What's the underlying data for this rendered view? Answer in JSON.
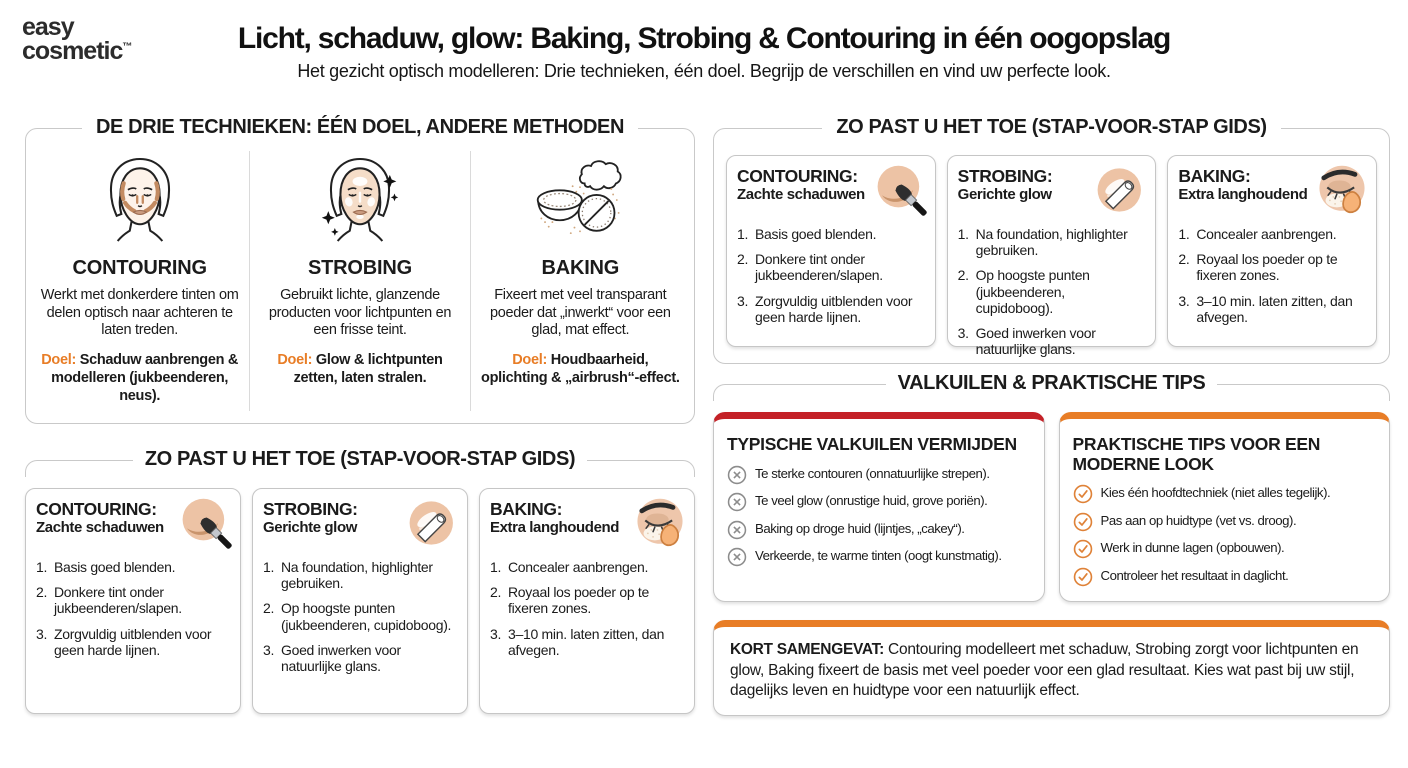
{
  "page": {
    "logo_line1": "easy",
    "logo_line2": "cosmetic",
    "logo_tm": "™",
    "title": "Licht, schaduw, glow: Baking, Strobing & Contouring in één oogopslag",
    "subtitle": "Het gezicht optisch modelleren: Drie technieken, één doel. Begrijp de verschillen en vind uw perfecte look."
  },
  "colors": {
    "accent_orange": "#e87d26",
    "accent_red": "#c42127",
    "border_gray": "#c9c9c9",
    "skin": "#edc3a5",
    "contour_brown": "#c38b61"
  },
  "techniques_panel": {
    "title": "DE DRIE TECHNIEKEN: ÉÉN DOEL, ANDERE METHODEN",
    "columns": [
      {
        "icon": "contouring-face-icon",
        "name": "CONTOURING",
        "description": "Werkt met donkerdere tinten om delen optisch naar achteren te laten treden.",
        "goal_label": "Doel:",
        "goal": "Schaduw aanbrengen & modelleren (jukbeenderen, neus)."
      },
      {
        "icon": "strobing-face-icon",
        "name": "STROBING",
        "description": "Gebruikt lichte, glanzende producten voor lichtpunten en een frisse teint.",
        "goal_label": "Doel:",
        "goal": "Glow & lichtpunten zetten, laten stralen."
      },
      {
        "icon": "powder-jar-icon",
        "name": "BAKING",
        "description": "Fixeert met veel transparant poeder dat „inwerkt“ voor een glad, mat effect.",
        "goal_label": "Doel:",
        "goal": "Houdbaarheid, oplichting & „airbrush“-effect."
      }
    ]
  },
  "steps_panel": {
    "title": "ZO PAST U HET TOE (STAP-VOOR-STAP GIDS)",
    "cards": [
      {
        "icon": "brush-cheek-icon",
        "technique": "CONTOURING:",
        "subtitle": "Zachte schaduwen",
        "steps": [
          "Basis goed blenden.",
          "Donkere tint onder jukbeenderen/slapen.",
          "Zorgvuldig uitblenden voor geen harde lijnen."
        ]
      },
      {
        "icon": "finger-highlight-icon",
        "technique": "STROBING:",
        "subtitle": "Gerichte glow",
        "steps": [
          "Na foundation, highlighter gebruiken.",
          "Op hoogste punten (jukbeenderen, cupidoboog).",
          "Goed inwerken voor natuurlijke glans."
        ]
      },
      {
        "icon": "eye-sponge-icon",
        "technique": "BAKING:",
        "subtitle": "Extra langhoudend",
        "steps": [
          "Concealer aanbrengen.",
          "Royaal los poeder op te fixeren zones.",
          "3–10 min. laten zitten, dan afvegen."
        ]
      }
    ]
  },
  "pitfalls_tips_panel": {
    "title": "VALKUILEN & PRAKTISCHE TIPS",
    "pitfalls": {
      "title": "TYPISCHE VALKUILEN VERMIJDEN",
      "accent_color": "#c42127",
      "item_icon": "cross-circle-icon",
      "items": [
        "Te sterke contouren (onnatuurlijke strepen).",
        "Te veel glow (onrustige huid, grove poriën).",
        "Baking op droge huid (lijntjes, „cakey“).",
        "Verkeerde, te warme tinten (oogt kunstmatig)."
      ]
    },
    "tips": {
      "title": "PRAKTISCHE TIPS VOOR EEN MODERNE LOOK",
      "accent_color": "#e87d26",
      "item_icon": "check-circle-icon",
      "items": [
        "Kies één hoofdtechniek (niet alles tegelijk).",
        "Pas aan op huidtype (vet vs. droog).",
        "Werk in dunne lagen (opbouwen).",
        "Controleer het resultaat in daglicht."
      ]
    }
  },
  "summary": {
    "accent_color": "#e87d26",
    "label": "KORT SAMENGEVAT:",
    "text": "Contouring modelleert met schaduw, Strobing zorgt voor lichtpunten en glow, Baking fixeert de basis met veel poeder voor een glad resultaat. Kies wat past bij uw stijl, dagelijks leven en huidtype voor een natuurlijk effect."
  }
}
